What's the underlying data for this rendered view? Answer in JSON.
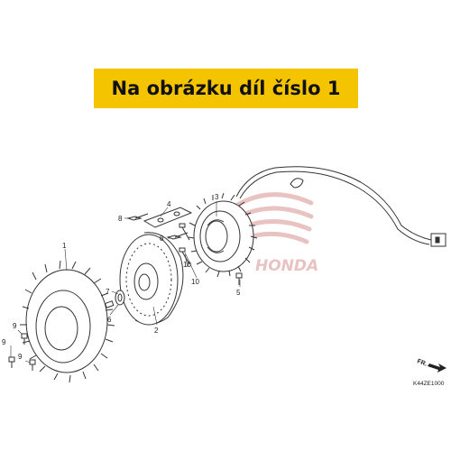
{
  "banner": {
    "text": "Na obrázku díl číslo 1"
  },
  "callouts": {
    "c1": "1",
    "c2": "2",
    "c3": "3",
    "c4": "4",
    "c5": "5",
    "c6": "6",
    "c7": "7",
    "c8a": "8",
    "c8b": "8",
    "c9a": "9",
    "c9b": "9",
    "c9c": "9",
    "c10a": "10",
    "c10b": "10"
  },
  "watermark": {
    "text": "HONDA"
  },
  "front_marker": {
    "text": "FR."
  },
  "diagram_code": "K44ZE1000",
  "colors": {
    "banner": "#f5c400",
    "line": "#333333",
    "watermark": "#e6b8b8"
  }
}
